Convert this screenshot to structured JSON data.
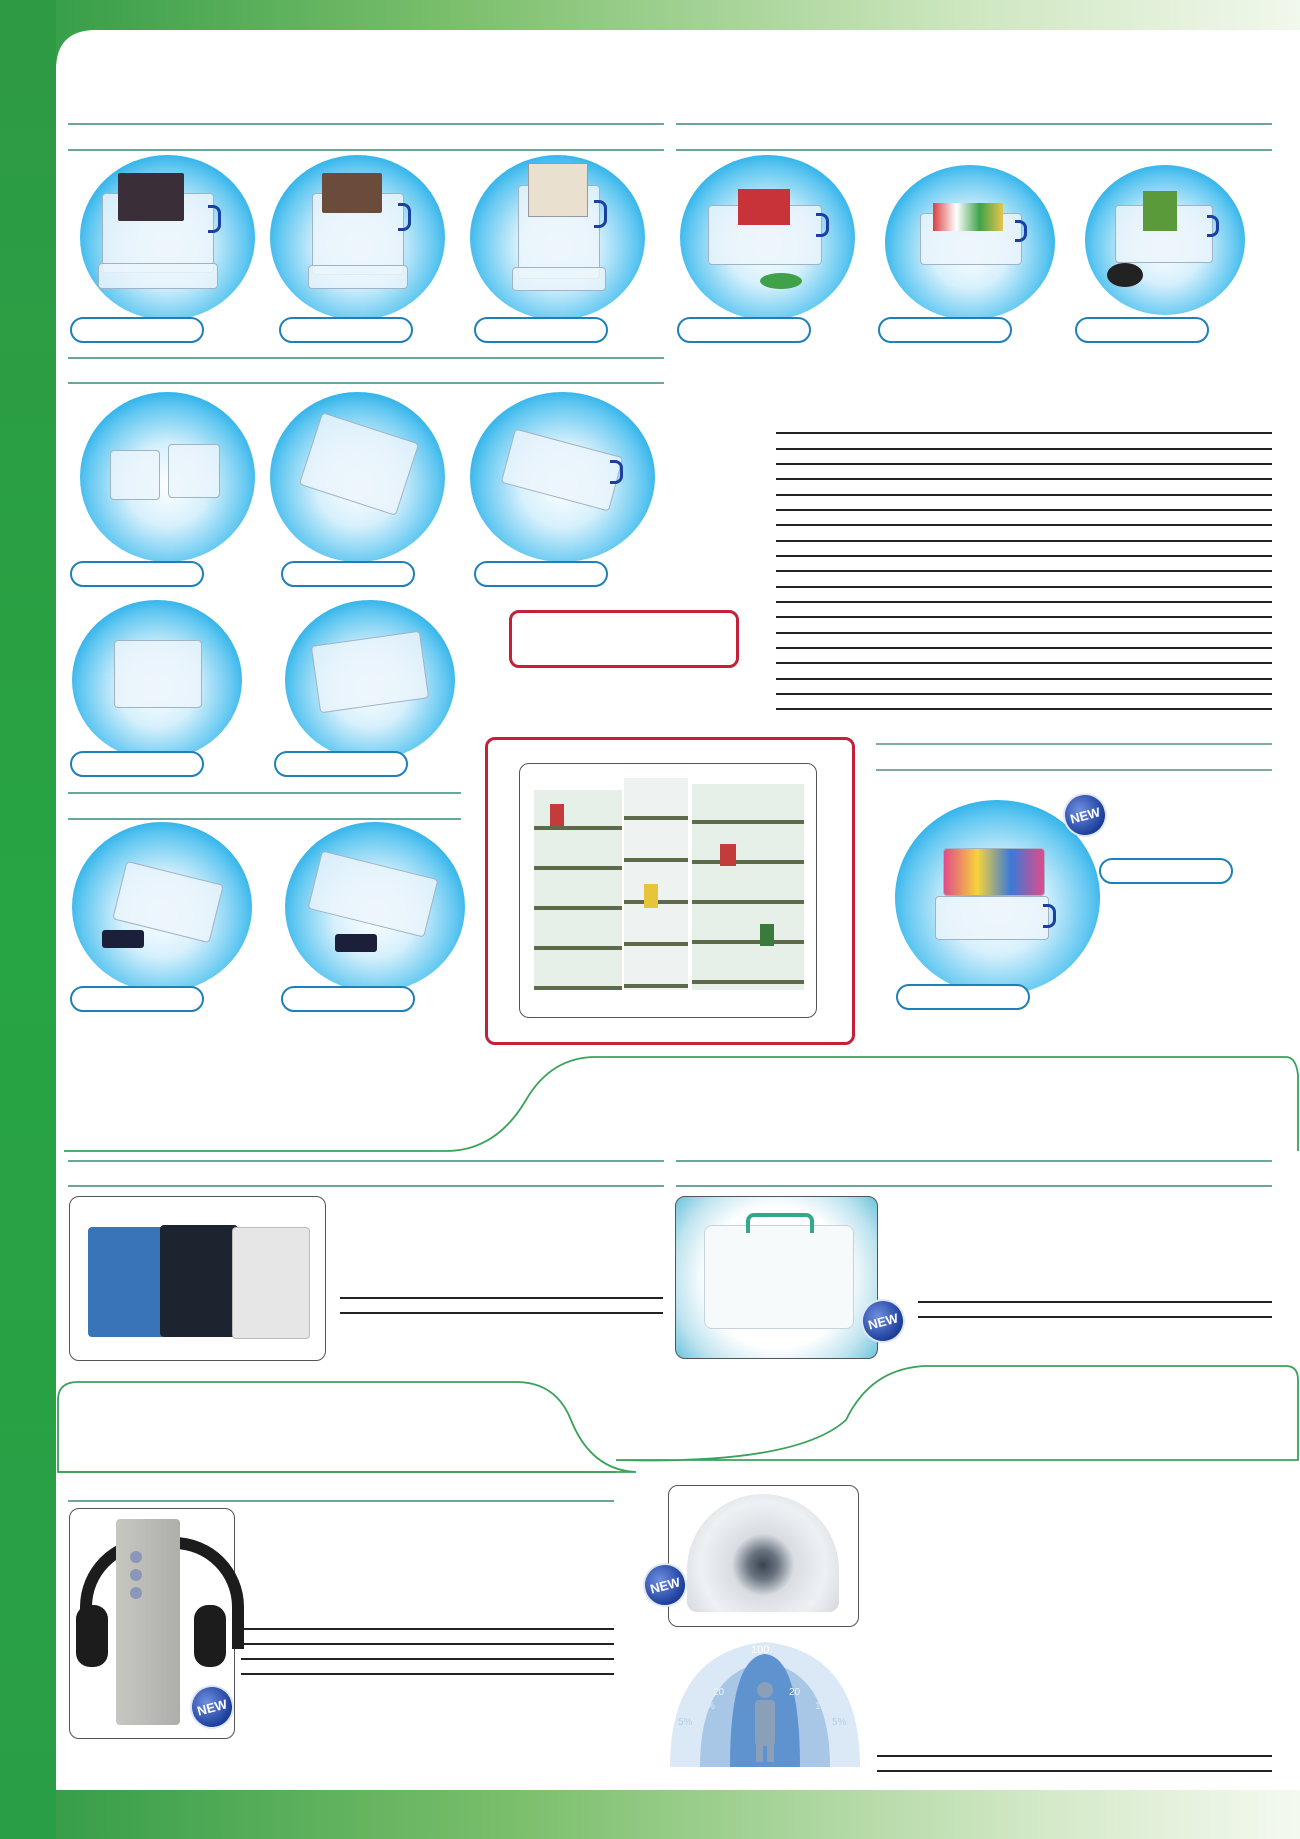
{
  "page": {
    "badge": {
      "label": "NEW"
    },
    "colors": {
      "accent_green": "#2e9a44",
      "pill_blue": "#1f7fb8",
      "frame_red": "#c4203a",
      "badge_blue": "#1d3f9c"
    },
    "icons": [
      "storage-box-icon",
      "record-sleeve-icon",
      "cd-case-icon",
      "vhs-tape-icon",
      "briefcase-icon",
      "carry-case-icon",
      "headphone-stand-icon",
      "dome-mirror-icon",
      "coverage-diagram-icon"
    ]
  },
  "diagram": {
    "top": "100",
    "mid_left": "20",
    "mid_right": "20",
    "inner_left": "10%",
    "inner_right": "10%",
    "outer_left": "5%",
    "outer_right": "5%"
  }
}
